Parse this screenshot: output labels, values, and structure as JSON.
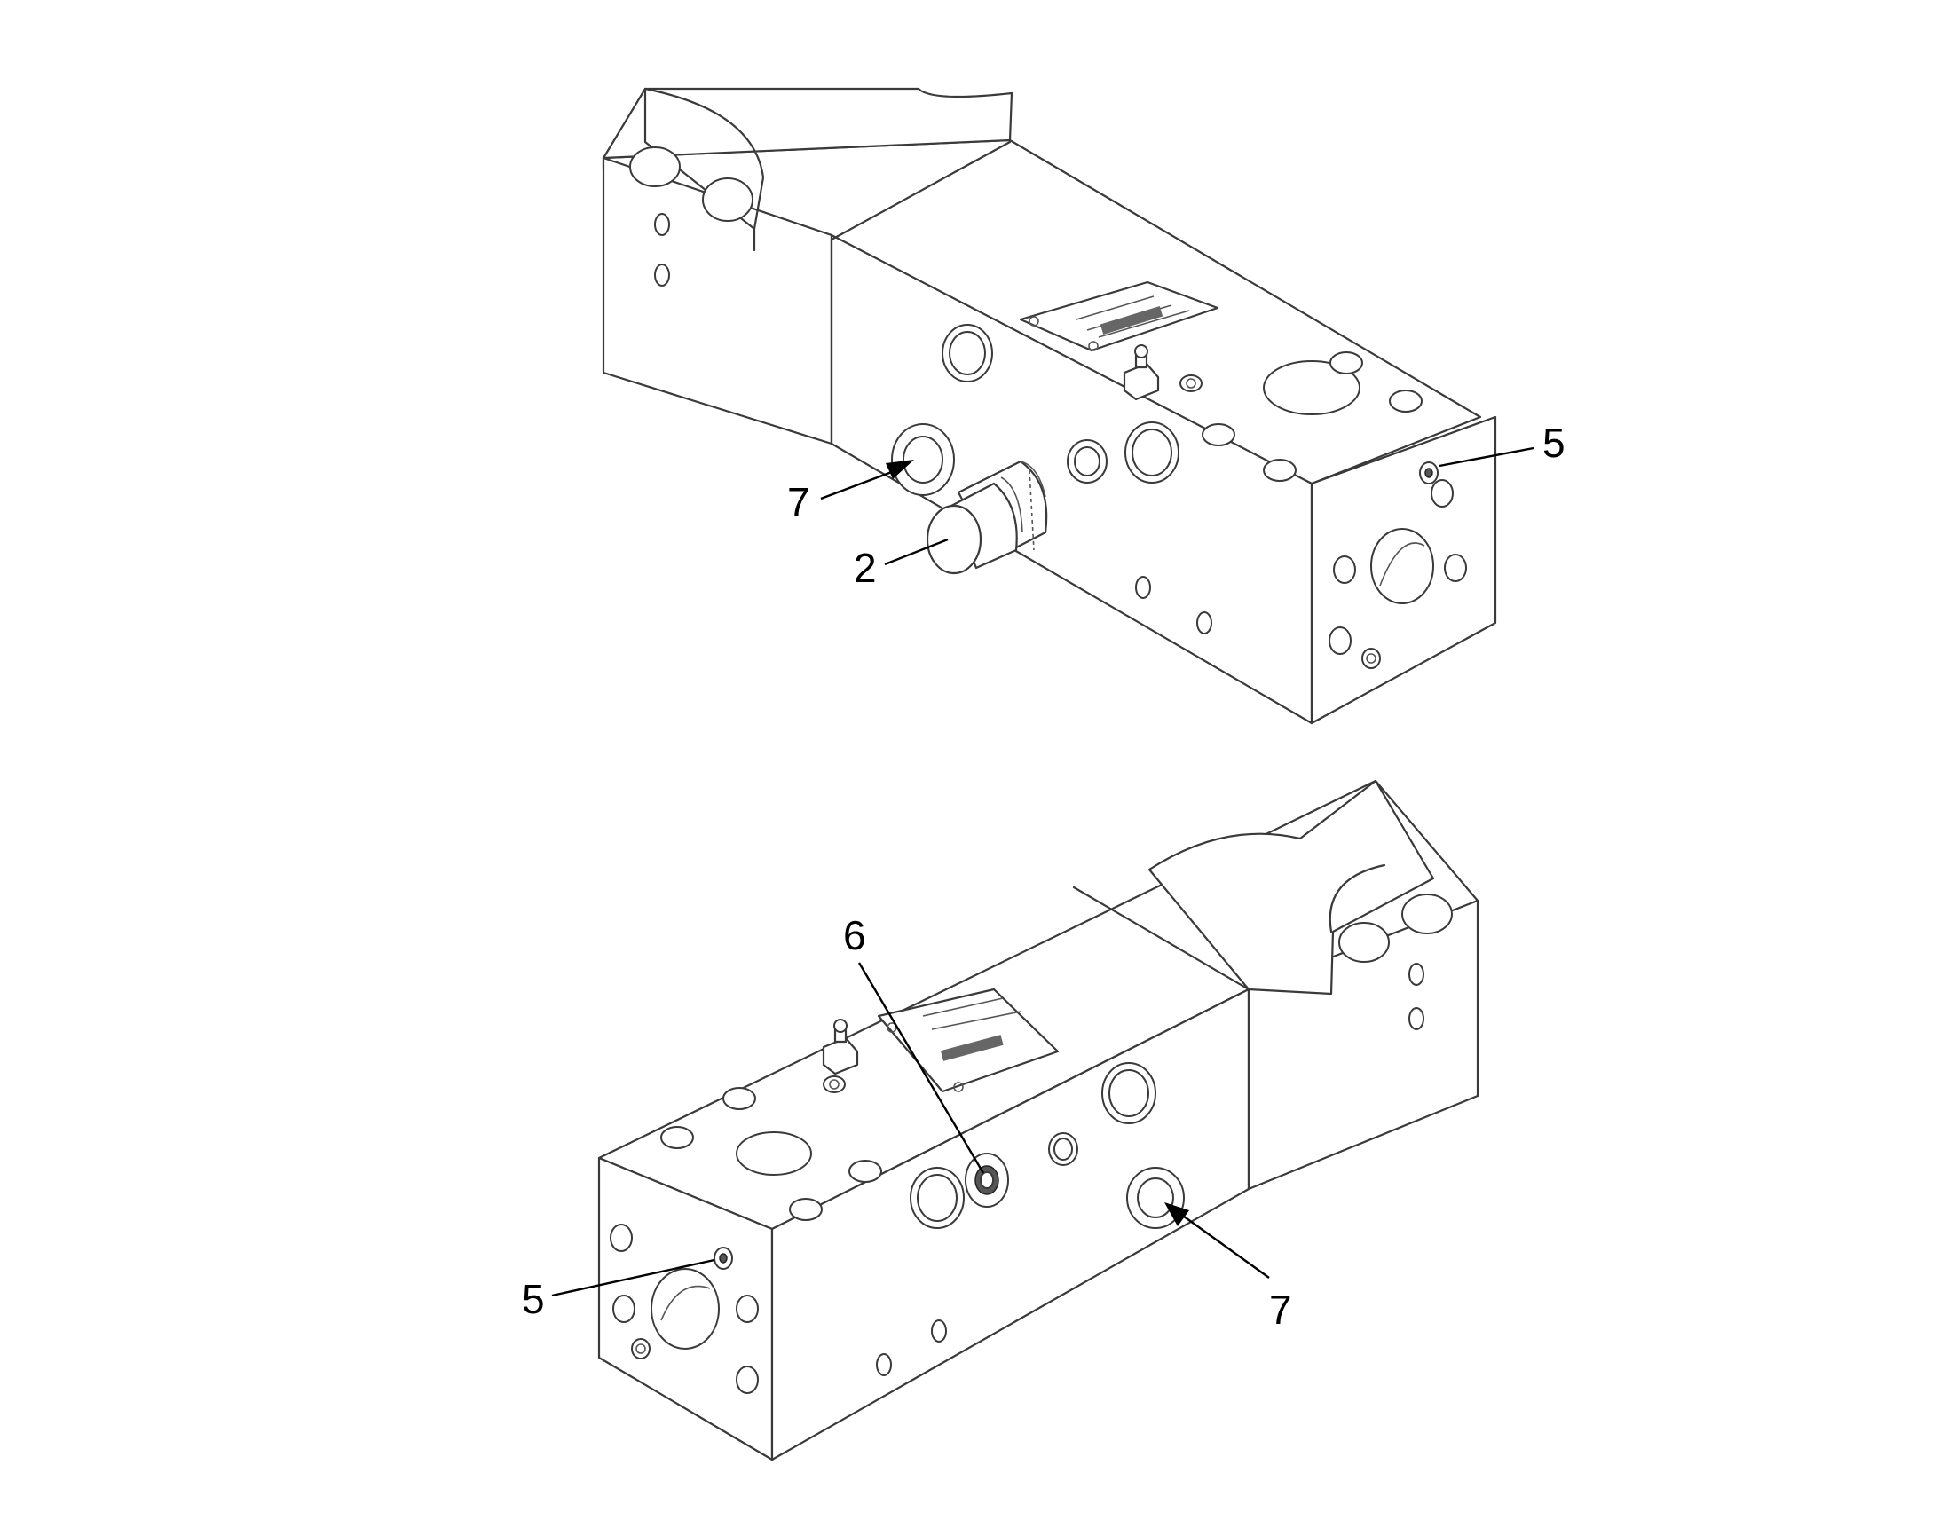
{
  "callouts": {
    "top_7": "7",
    "top_2": "2",
    "top_5": "5",
    "bottom_6": "6",
    "bottom_5": "5",
    "bottom_7": "7"
  },
  "colors": {
    "line": "#3a3a3a",
    "background": "#ffffff",
    "text": "#000000"
  }
}
